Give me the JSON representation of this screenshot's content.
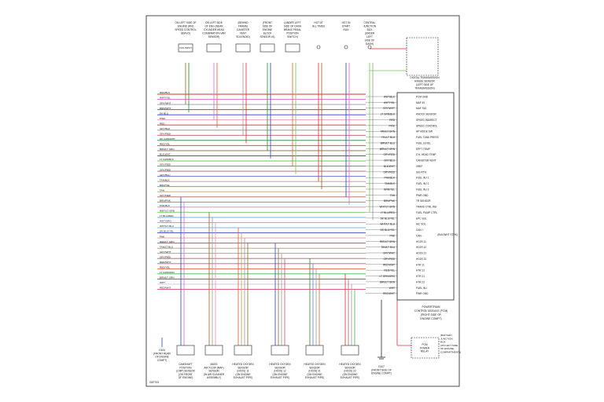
{
  "top_components": [
    {
      "id": "vss",
      "lines": [
        "ON LEFT SIDE OF",
        "ENGINE (W/O",
        "SPEED CONTROL",
        "SERVO)"
      ],
      "box": "VSS INPUT"
    },
    {
      "id": "map",
      "lines": [
        "ON LEFT SIDE",
        "OF ENG (NEAR",
        "CYLINDER HEAD",
        "COMBINATION VAR",
        "SENSOR)"
      ],
      "box": ""
    },
    {
      "id": "canister",
      "lines": [
        "(BEHIND",
        "FRAME)",
        "CANISTER",
        "VENT",
        "SOLENOID)"
      ],
      "box": ""
    },
    {
      "id": "knock",
      "lines": [
        "(FRONT",
        "SIDE OF",
        "ENGINE",
        "BLOCK",
        "SENSOR #1)"
      ],
      "box": ""
    },
    {
      "id": "brake",
      "lines": [
        "(UNDER LEFT",
        "SIDE OF DASH",
        "BRAKE PEDAL",
        "POSITION",
        "SWITCH)"
      ],
      "box": ""
    },
    {
      "id": "hot_all_times",
      "lines": [
        "HOT AT",
        "ALL TIMES"
      ],
      "box": ""
    },
    {
      "id": "hot_run",
      "lines": [
        "HOT IN",
        "START",
        "RUN"
      ],
      "box": ""
    },
    {
      "id": "junction",
      "lines": [
        "CENTRAL",
        "JUNCTION",
        "BOX",
        "(UNDER",
        "LEFT",
        "SIDE OF",
        "DASH)"
      ],
      "box": ""
    }
  ],
  "trans_sensor": {
    "lines": [
      "DIGITAL TRANSMISSION",
      "RANGE SENSOR",
      "(LEFT SIDE OF",
      "TRANSMISSION)"
    ]
  },
  "left_wires": [
    {
      "label": "RED/BLK",
      "color": "#d6303a"
    },
    {
      "label": "WHT/YEL",
      "color": "#d46ad6"
    },
    {
      "label": "GRY/WHT",
      "color": "#9a9a9a"
    },
    {
      "label": "BRN/WHT",
      "color": "#a35a1e"
    },
    {
      "label": "DK BLU",
      "color": "#2b3ed6"
    },
    {
      "label": "PINK",
      "color": "#f08fb8"
    },
    {
      "label": "RED",
      "color": "#e0282e"
    },
    {
      "label": "GRY/BLK",
      "color": "#8a8a8a"
    },
    {
      "label": "GRY/RED",
      "color": "#b06060"
    },
    {
      "label": "DK GRN/WHT",
      "color": "#1f8a2a"
    },
    {
      "label": "RED/YEL",
      "color": "#e05a2a"
    },
    {
      "label": "BRN/LT GRN",
      "color": "#8a6a2a"
    },
    {
      "label": "BLK/WHT",
      "color": "#444444"
    },
    {
      "label": "LT GRN/BLK",
      "color": "#6acb4a"
    },
    {
      "label": "GRY/RED",
      "color": "#b06060"
    },
    {
      "label": "GRY/RED",
      "color": "#b06060"
    },
    {
      "label": "GRY/BLU",
      "color": "#6a7ad0"
    },
    {
      "label": "TAN/BLK",
      "color": "#c09a5a"
    },
    {
      "label": "BRN/YEL",
      "color": "#b0802a"
    },
    {
      "label": "TAN",
      "color": "#c8a46a"
    },
    {
      "label": "GRY/RED",
      "color": "#b06060"
    },
    {
      "label": "BRN/PNK",
      "color": "#b06a6a"
    },
    {
      "label": "PNK/BLK",
      "color": "#e07ab0"
    },
    {
      "label": "WHT/LT GRN",
      "color": "#7ad07a"
    },
    {
      "label": "LT BLU/RED",
      "color": "#5aa8e0"
    },
    {
      "label": "WHT/ORG",
      "color": "#e09a3a"
    },
    {
      "label": "WHT/LT BLU",
      "color": "#7ab8e0"
    },
    {
      "label": "DK BLU/YEL",
      "color": "#3a4ac0"
    },
    {
      "label": "PNK",
      "color": "#f08fb8"
    },
    {
      "label": "RED/LT GRN",
      "color": "#d05a3a"
    },
    {
      "label": "TAN/LT BLU",
      "color": "#a89a7a"
    },
    {
      "label": "GRY/WHT",
      "color": "#9a9a9a"
    },
    {
      "label": "GRY/RED",
      "color": "#b06060"
    },
    {
      "label": "RED/WHT",
      "color": "#e04a6a"
    },
    {
      "label": "RED/YEL",
      "color": "#e05a2a"
    },
    {
      "label": "LT GRN/ORG",
      "color": "#4ab84a"
    },
    {
      "label": "BRN/LT GRN",
      "color": "#8a6a2a"
    },
    {
      "label": "WHT",
      "color": "#c8c8c8"
    },
    {
      "label": "RED/WHT",
      "color": "#e04a6a"
    }
  ],
  "pcm_pins": [
    {
      "pin": "WHT/BLK",
      "label": "PCM GND"
    },
    {
      "pin": "WHT/YEL",
      "label": "MAF IN"
    },
    {
      "pin": "GRY/WHT",
      "label": "MAF SIG"
    },
    {
      "pin": "LT GRN/BLK",
      "label": "KNOCK SENSOR"
    },
    {
      "pin": "RED",
      "label": "SPEED INDIRECT"
    },
    {
      "pin": "PINK",
      "label": "SPEED CONTROL"
    },
    {
      "pin": "TAN/LT GRN",
      "label": "HP MODE SW"
    },
    {
      "pin": "YEL/LT BLU",
      "label": "FUEL TANK PRESS"
    },
    {
      "pin": "BRN/LT BLU",
      "label": "FUEL LEVEL"
    },
    {
      "pin": "BRN/LT GRN",
      "label": "EPFT TEMP"
    },
    {
      "pin": "GRY/RED",
      "label": "CYL HEAD TEMP"
    },
    {
      "pin": "GRY/BLU",
      "label": "CANISTER VENT"
    },
    {
      "pin": "BLK/WHT",
      "label": "VREF"
    },
    {
      "pin": "GRY/RED",
      "label": "SIG RTN"
    },
    {
      "pin": "PNK/BLK",
      "label": "FUEL INJ 1"
    },
    {
      "pin": "TAN/BLK",
      "label": "FUEL INJ 2"
    },
    {
      "pin": "BRN/YEL",
      "label": "FUEL INJ 3"
    },
    {
      "pin": "TAN",
      "label": "PWR GND"
    },
    {
      "pin": "BRN/PNK",
      "label": "TR SENSOR"
    },
    {
      "pin": "WHT/LT GRN",
      "label": "TRANS CTRL IND"
    },
    {
      "pin": "LT BLU/RED",
      "label": "FUEL PUMP CTRL"
    },
    {
      "pin": "DK BLU/YEL",
      "label": "EPC SOL"
    },
    {
      "pin": "WHT/LT BLU",
      "label": "IAC SOL"
    },
    {
      "pin": "DK BLU/YEL",
      "label": "CAN +"
    },
    {
      "pin": "PNK",
      "label": "CAN -"
    },
    {
      "pin": "RED/LT GRN",
      "label": "HO2S 11"
    },
    {
      "pin": "TAN/LT BLU",
      "label": "HO2S 12"
    },
    {
      "pin": "GRY/WHT",
      "label": "HO2S 21"
    },
    {
      "pin": "GRY/RED",
      "label": "HO2S 22"
    },
    {
      "pin": "RED/WHT",
      "label": "HTR 11"
    },
    {
      "pin": "RED/YEL",
      "label": "HTR 12"
    },
    {
      "pin": "LT GRN/ORG",
      "label": "HTR 21"
    },
    {
      "pin": "BRN/LT GRN",
      "label": "HTR 22"
    },
    {
      "pin": "WHT",
      "label": "FUEL INJ"
    },
    {
      "pin": "RED/WHT",
      "label": "PWR GND"
    }
  ],
  "pcm_label": [
    "POWERTRAIN",
    "CONTROL MODULE (PCM)",
    "(RIGHT SIDE OF",
    "ENGINE COMPT)"
  ],
  "pcm_side": "(BLK/WHT STRK)",
  "bottom_components": [
    {
      "id": "ckp",
      "lines": [
        "CAMSHAFT",
        "POSITION",
        "(CMP) SENSOR",
        "(ON FRONT",
        "OF ENGINE)"
      ]
    },
    {
      "id": "maf",
      "lines": [
        "MASS",
        "AIR FLOW (MAF)",
        "SENSOR",
        "(IN AIR CLEANER",
        "ASSEMBLY)"
      ]
    },
    {
      "id": "ho2s11",
      "lines": [
        "HEATED OXYGEN",
        "SENSOR",
        "(HO2S) 11",
        "(ON ENGINE",
        "EXHAUST PIPE)"
      ]
    },
    {
      "id": "ho2s12",
      "lines": [
        "HEATED OXYGEN",
        "SENSOR",
        "(HO2S) 12",
        "(ON ENGINE",
        "EXHAUST PIPE)"
      ]
    },
    {
      "id": "ho2s21",
      "lines": [
        "HEATED OXYGEN",
        "SENSOR",
        "(HO2S) 21",
        "(ON ENGINE",
        "EXHAUST PIPE)"
      ]
    },
    {
      "id": "ho2s22",
      "lines": [
        "HEATED OXYGEN",
        "SENSOR",
        "(HO2S) 22",
        "(ON ENGINE",
        "EXHAUST PIPE)"
      ]
    },
    {
      "id": "g107",
      "lines": [
        "G107",
        "(FRONT SIDE OF",
        "ENGINE COMPT)"
      ]
    },
    {
      "id": "relay",
      "lines": [
        "PCM",
        "POWER",
        "RELAY"
      ]
    }
  ],
  "ground_labels": [
    "G104",
    "(FRONT REAR",
    "OF ENGINE",
    "COMPT)"
  ],
  "relay_note": [
    "(BATTERY",
    "JUNCTION",
    "BOX",
    "(ON LEFT SIDE",
    "OF ENGINE",
    "COMPARTMENT))"
  ],
  "figure_code": "G87703",
  "colors": {
    "frame": "#111111",
    "background": "#ffffff"
  }
}
